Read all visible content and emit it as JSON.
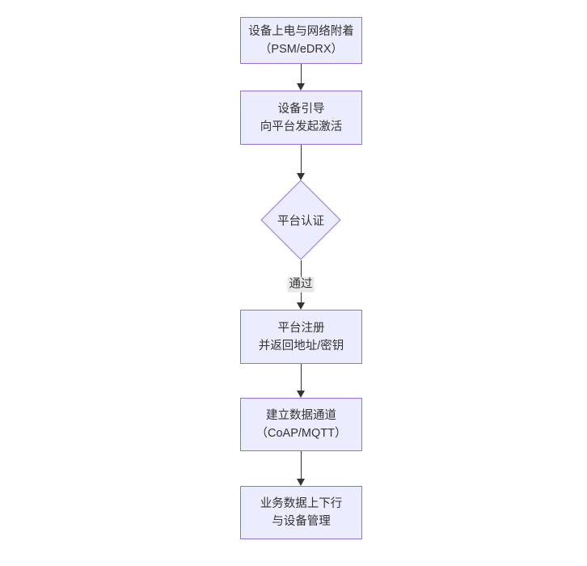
{
  "diagram": {
    "type": "flowchart",
    "direction": "top-down",
    "colors": {
      "background": "#ffffff",
      "node_fill": "#ECECFF",
      "node_border": "#9370DB",
      "edge_color": "#333333",
      "text_color": "#333333",
      "edge_label_bg": "#e8e8e8"
    },
    "nodes": [
      {
        "id": "A",
        "shape": "rect",
        "lines": [
          "设备上电与网络附着",
          "（PSM/eDRX）"
        ]
      },
      {
        "id": "B",
        "shape": "rect",
        "lines": [
          "设备引导",
          "向平台发起激活"
        ]
      },
      {
        "id": "C",
        "shape": "diamond",
        "lines": [
          "平台认证"
        ]
      },
      {
        "id": "D",
        "shape": "rect",
        "lines": [
          "平台注册",
          "并返回地址/密钥"
        ]
      },
      {
        "id": "E",
        "shape": "rect",
        "lines": [
          "建立数据通道",
          "（CoAP/MQTT）"
        ]
      },
      {
        "id": "F",
        "shape": "rect",
        "lines": [
          "业务数据上下行",
          "与设备管理"
        ]
      }
    ],
    "edges": [
      {
        "from": "A",
        "to": "B",
        "label": ""
      },
      {
        "from": "B",
        "to": "C",
        "label": ""
      },
      {
        "from": "C",
        "to": "D",
        "label": "通过"
      },
      {
        "from": "D",
        "to": "E",
        "label": ""
      },
      {
        "from": "E",
        "to": "F",
        "label": ""
      }
    ]
  }
}
